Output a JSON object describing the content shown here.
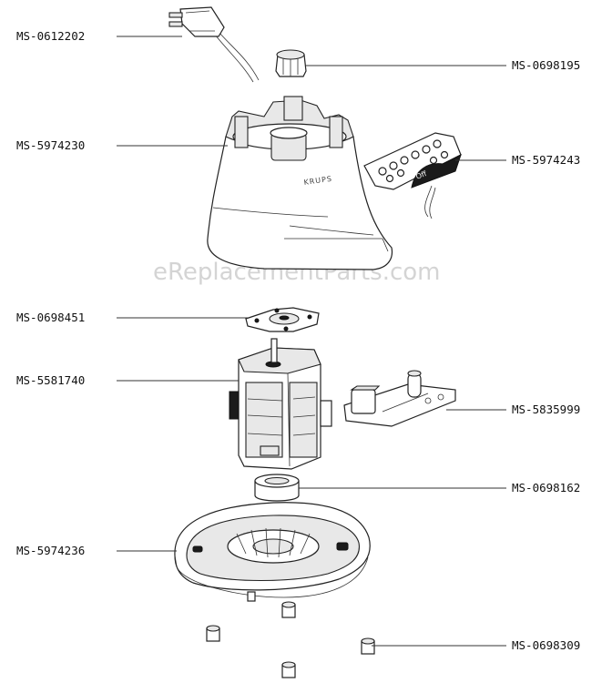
{
  "watermark": "eReplacementParts.com",
  "brand_text": "KRUPS",
  "switch_text": "Off",
  "parts": [
    {
      "id": "power-cord",
      "label": "MS-0612202"
    },
    {
      "id": "nut",
      "label": "MS-0698195"
    },
    {
      "id": "housing",
      "label": "MS-5974230"
    },
    {
      "id": "control-panel",
      "label": "MS-5974243"
    },
    {
      "id": "motor-coupler",
      "label": "MS-0698451"
    },
    {
      "id": "motor",
      "label": "MS-5581740"
    },
    {
      "id": "circuit-board",
      "label": "MS-5835999"
    },
    {
      "id": "ring-gasket",
      "label": "MS-0698162"
    },
    {
      "id": "base-plate",
      "label": "MS-5974236"
    },
    {
      "id": "feet",
      "label": "MS-0698309"
    }
  ]
}
